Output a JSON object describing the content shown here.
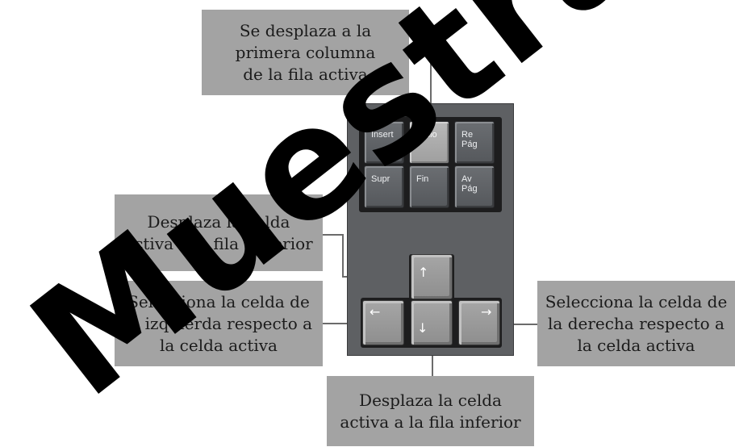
{
  "callouts": {
    "top": "Se desplaza a la\nprimera columna\nde la fila activa",
    "up": "Desplaza la celda\nactiva a la fila superior",
    "left": "Selecciona la celda de\nla izquierda respecto a\nla celda activa",
    "right": "Selecciona la celda de\nla derecha respecto a\nla celda activa",
    "down": "Desplaza la celda\nactiva a la fila inferior"
  },
  "keys": {
    "insert": "Insert",
    "inicio": "Inicio",
    "repag": "Re\nPág",
    "supr": "Supr",
    "fin": "Fin",
    "avpag": "Av\nPág"
  },
  "arrows": {
    "up": "↑",
    "left": "←",
    "down": "↓",
    "right": "→"
  },
  "watermark": "Muestra",
  "colors": {
    "callout_bg": "#a3a3a3",
    "panel": "#5e6063",
    "highlight_key": "#b0b0b0"
  }
}
